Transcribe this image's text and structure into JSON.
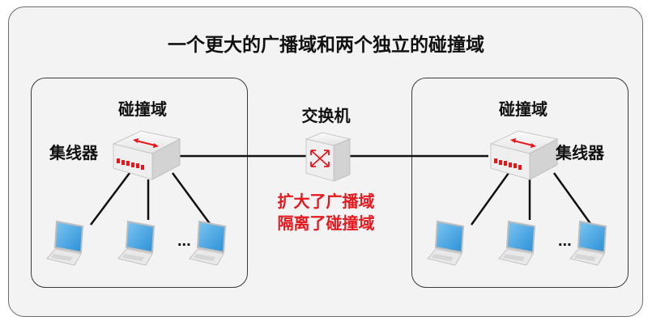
{
  "title": "一个更大的广播域和两个独立的碰撞域",
  "left_domain": {
    "label": "碰撞域",
    "hub_label": "集线器",
    "ellipsis": "..."
  },
  "right_domain": {
    "label": "碰撞域",
    "hub_label": "集线器",
    "ellipsis": "..."
  },
  "switch": {
    "label": "交换机",
    "notes": [
      "扩大了广播域",
      "隔离了碰撞域"
    ]
  },
  "colors": {
    "note": "#e8171d",
    "device": "#e6e6e6",
    "hub_ports": "#e8171d",
    "laptop_screen": "#4aa8e6"
  },
  "icons": [
    "hub-icon",
    "switch-icon",
    "laptop-icon"
  ]
}
